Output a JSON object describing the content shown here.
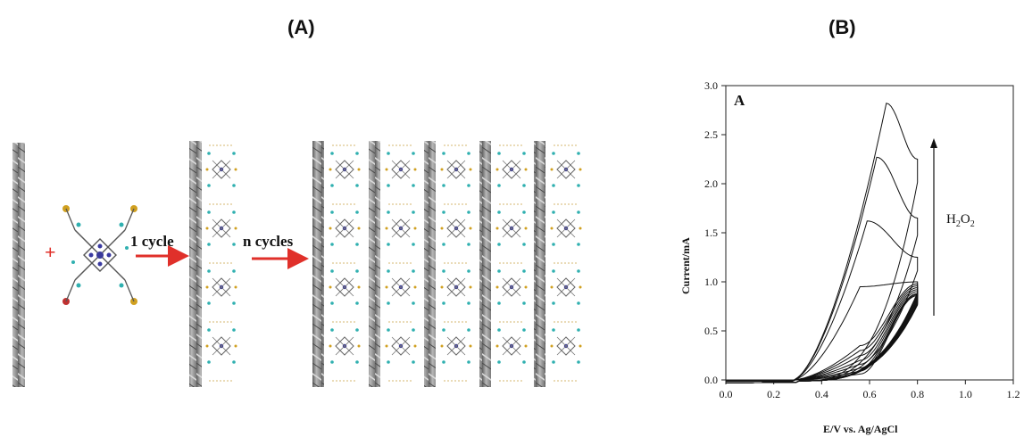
{
  "panels": {
    "a_label": "(A)",
    "b_label": "(B)"
  },
  "scheme": {
    "plus": "+",
    "step1": "1 cycle",
    "step2": "n cycles",
    "arrow_color": "#e0302a"
  },
  "chart_data": {
    "type": "line",
    "inset_label": "A",
    "xlabel": "E/V vs. Ag/AgCl",
    "ylabel": "Current/mA",
    "xlim": [
      0.0,
      1.2
    ],
    "ylim": [
      0.0,
      3.0
    ],
    "x_ticks": [
      "0.0",
      "0.2",
      "0.4",
      "0.6",
      "0.8",
      "1.0",
      "1.2"
    ],
    "y_ticks": [
      "0.0",
      "0.5",
      "1.0",
      "1.5",
      "2.0",
      "2.5",
      "3.0"
    ],
    "annotation": {
      "base": "H",
      "sub1": "2",
      "mid": "O",
      "sub2": "2"
    },
    "peak_potential_V": [
      0.67,
      0.63,
      0.59,
      0.56,
      0.56,
      0.56,
      0.56,
      0.56,
      0.56,
      0.56,
      0.56,
      0.56
    ],
    "peak_current_mA": [
      2.82,
      2.27,
      1.62,
      0.95,
      0.35,
      0.3,
      0.25,
      0.2,
      0.16,
      0.12,
      0.09,
      0.06
    ],
    "end_current_mA": [
      2.25,
      1.65,
      1.25,
      1.0,
      0.98,
      0.96,
      0.94,
      0.92,
      0.9,
      0.88,
      0.87,
      0.86
    ]
  }
}
